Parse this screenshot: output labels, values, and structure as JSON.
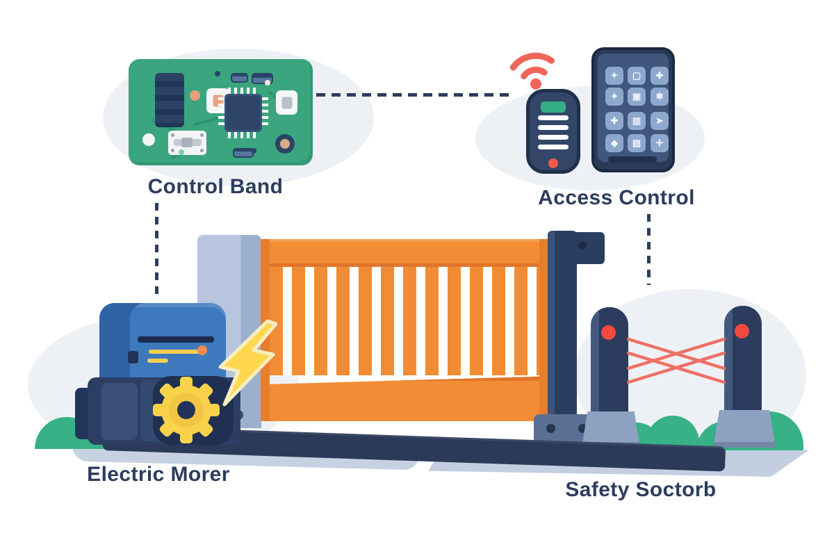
{
  "labels": {
    "control_board": "Control Band",
    "access_control": "Access Control",
    "electric_motor": "Electric Morer",
    "safety_sensor": "Safety Soctorb"
  },
  "keypad": {
    "keys": [
      "✦",
      "▢",
      "✚",
      "✦",
      "▣",
      "✱",
      "✚",
      "▥",
      "➤",
      "◆",
      "▨",
      "✛"
    ]
  },
  "colors": {
    "gate_orange": "#F18C34",
    "gate_orange_dark": "#E0752C",
    "navy": "#2C3C5E",
    "board_green": "#3AA57F",
    "signal_coral": "#EF6A5E",
    "motor_blue": "#3E79BE",
    "gear_yellow": "#F8D24B",
    "bush_green": "#37B185",
    "ground_gray": "#C6D2E2",
    "blob_gray": "#EDF1F6",
    "keypad_key_blue": "#8EA8CD",
    "post_gray": "#B7C6DE"
  },
  "icons": {
    "wifi": "wifi-signal-arcs",
    "lightning": "power-bolt",
    "gear": "drive-gear",
    "lasers": "crossing-safety-beams",
    "remote_led": "red-indicator-dot",
    "sensor_led": "red-sensor-eye"
  }
}
